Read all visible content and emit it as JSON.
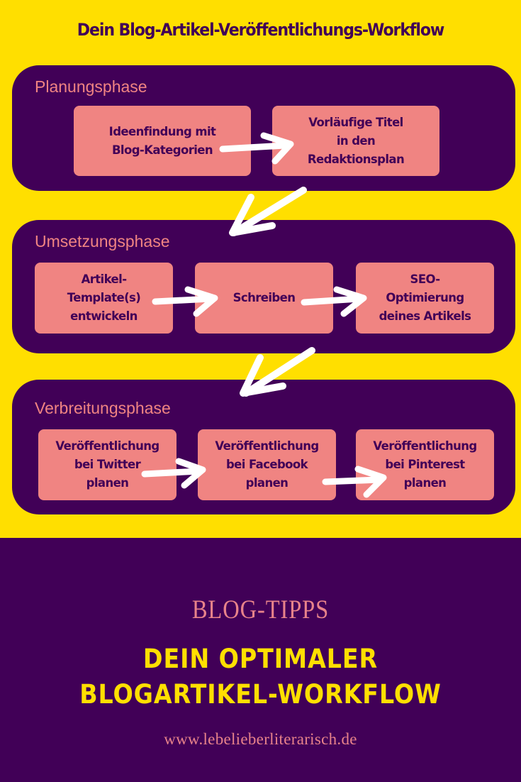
{
  "header": {
    "title": "Dein Blog-Artikel-Veröffentlichungs-Workflow"
  },
  "colors": {
    "background_yellow": "#FFDF00",
    "phase_purple": "#410057",
    "card_salmon": "#F08482",
    "label_pink": "#F08482",
    "arrow_white": "#FFFFFF",
    "footer_title_yellow": "#FFDF00"
  },
  "phases": [
    {
      "label": "Planungsphase",
      "steps": [
        {
          "label": "Ideenfindung mit\nBlog-Kategorien"
        },
        {
          "label": "Vorläufige Titel\nin den\nRedaktionsplan"
        }
      ]
    },
    {
      "label": "Umsetzungsphase",
      "steps": [
        {
          "label": "Artikel-\nTemplate(s)\nentwickeln"
        },
        {
          "label": "Schreiben"
        },
        {
          "label": "SEO-\nOptimierung\ndeines Artikels"
        }
      ]
    },
    {
      "label": "Verbreitungsphase",
      "steps": [
        {
          "label": "Veröffentlichung\nbei Twitter\nplanen"
        },
        {
          "label": "Veröffentlichung\nbei Facebook\nplanen"
        },
        {
          "label": "Veröffentlichung\nbei Pinterest\nplanen"
        }
      ]
    }
  ],
  "icons": {
    "step_arrow": "arrow-right-icon",
    "phase_arrow": "arrow-down-left-icon"
  },
  "footer": {
    "kicker": "BLOG-TIPPS",
    "title_line1": "DEIN OPTIMALER",
    "title_line2": "BLOGARTIKEL-WORKFLOW",
    "url": "www.lebelieberliterarisch.de"
  }
}
